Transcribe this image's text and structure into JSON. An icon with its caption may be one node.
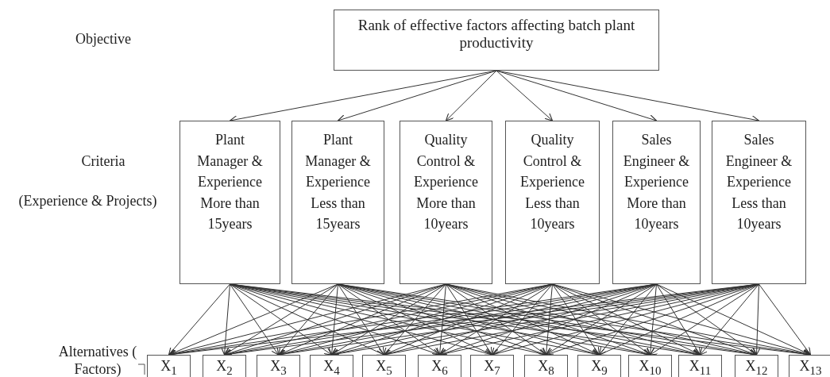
{
  "diagram": {
    "nodes": [
      {
        "text": [
          "Rank of effective factors affecting batch plant productivity"
        ]
      },
      {
        "text": [
          "Plant Manager & Experience More than 15years"
        ]
      },
      {
        "text": [
          "Plant Manager & Experience Less than 15years"
        ]
      },
      {
        "text": [
          "Quality Control & Experience More than 10years"
        ]
      },
      {
        "text": [
          "Quality Control & Experience Less than 10years"
        ]
      },
      {
        "text": [
          "Sales Engineer & Experience More than 10years"
        ]
      },
      {
        "text": [
          "Sales Engineer & Experience Less than 10years"
        ]
      },
      {
        "text": [
          "X$_{1}$"
        ]
      },
      {
        "text": [
          "X$_{2}$"
        ]
      },
      {
        "text": [
          "X$_{3}$"
        ]
      },
      {
        "text": [
          "X$_{4}$"
        ]
      },
      {
        "text": [
          "X$_{5}$"
        ]
      },
      {
        "text": [
          "X$_{6}$"
        ]
      },
      {
        "text": [
          "X$_{7}$"
        ]
      },
      {
        "text": [
          "X$_{8}$"
        ]
      },
      {
        "text": [
          "X$_{9}$"
        ]
      },
      {
        "text": [
          "X$_{10}$"
        ]
      },
      {
        "text": [
          "X$_{11}$"
        ]
      },
      {
        "text": [
          "X$_{12}$"
        ]
      },
      {
        "text": [
          "X$_{13}$"
        ]
      }
    ],
    "edges": [
      {
        "from": 0,
        "to": 1,
        "arrow": "to"
      },
      {
        "from": 0,
        "to": 2,
        "arrow": "to"
      },
      {
        "from": 0,
        "to": 3,
        "arrow": "to"
      },
      {
        "from": 0,
        "to": 4,
        "arrow": "to"
      },
      {
        "from": 0,
        "to": 5,
        "arrow": "to"
      },
      {
        "from": 0,
        "to": 6,
        "arrow": "to"
      },
      {
        "from": 1,
        "to": 7,
        "arrow": "to"
      },
      {
        "from": 1,
        "to": 8,
        "arrow": "to"
      },
      {
        "from": 1,
        "to": 9,
        "arrow": "to"
      },
      {
        "from": 1,
        "to": 10,
        "arrow": "to"
      },
      {
        "from": 1,
        "to": 11,
        "arrow": "to"
      },
      {
        "from": 1,
        "to": 12,
        "arrow": "to"
      },
      {
        "from": 1,
        "to": 13,
        "arrow": "to"
      },
      {
        "from": 1,
        "to": 14,
        "arrow": "to"
      },
      {
        "from": 1,
        "to": 15,
        "arrow": "to"
      },
      {
        "from": 1,
        "to": 16,
        "arrow": "to"
      },
      {
        "from": 1,
        "to": 17,
        "arrow": "to"
      },
      {
        "from": 1,
        "to": 18,
        "arrow": "to"
      },
      {
        "from": 1,
        "to": 19,
        "arrow": "to"
      },
      {
        "from": 2,
        "to": 7,
        "arrow": "to"
      },
      {
        "from": 2,
        "to": 8,
        "arrow": "to"
      },
      {
        "from": 2,
        "to": 9,
        "arrow": "to"
      },
      {
        "from": 2,
        "to": 10,
        "arrow": "to"
      },
      {
        "from": 2,
        "to": 11,
        "arrow": "to"
      },
      {
        "from": 2,
        "to": 12,
        "arrow": "to"
      },
      {
        "from": 2,
        "to": 13,
        "arrow": "to"
      },
      {
        "from": 2,
        "to": 14,
        "arrow": "to"
      },
      {
        "from": 2,
        "to": 15,
        "arrow": "to"
      },
      {
        "from": 2,
        "to": 16,
        "arrow": "to"
      },
      {
        "from": 2,
        "to": 17,
        "arrow": "to"
      },
      {
        "from": 2,
        "to": 18,
        "arrow": "to"
      },
      {
        "from": 2,
        "to": 19,
        "arrow": "to"
      },
      {
        "from": 3,
        "to": 7,
        "arrow": "to"
      },
      {
        "from": 3,
        "to": 8,
        "arrow": "to"
      },
      {
        "from": 3,
        "to": 9,
        "arrow": "to"
      },
      {
        "from": 3,
        "to": 10,
        "arrow": "to"
      },
      {
        "from": 3,
        "to": 11,
        "arrow": "to"
      },
      {
        "from": 3,
        "to": 12,
        "arrow": "to"
      },
      {
        "from": 3,
        "to": 13,
        "arrow": "to"
      },
      {
        "from": 3,
        "to": 14,
        "arrow": "to"
      },
      {
        "from": 3,
        "to": 15,
        "arrow": "to"
      },
      {
        "from": 3,
        "to": 16,
        "arrow": "to"
      },
      {
        "from": 3,
        "to": 17,
        "arrow": "to"
      },
      {
        "from": 3,
        "to": 18,
        "arrow": "to"
      },
      {
        "from": 3,
        "to": 19,
        "arrow": "to"
      },
      {
        "from": 4,
        "to": 7,
        "arrow": "to"
      },
      {
        "from": 4,
        "to": 8,
        "arrow": "to"
      },
      {
        "from": 4,
        "to": 9,
        "arrow": "to"
      },
      {
        "from": 4,
        "to": 10,
        "arrow": "to"
      },
      {
        "from": 4,
        "to": 11,
        "arrow": "to"
      },
      {
        "from": 4,
        "to": 12,
        "arrow": "to"
      },
      {
        "from": 4,
        "to": 13,
        "arrow": "to"
      },
      {
        "from": 4,
        "to": 14,
        "arrow": "to"
      },
      {
        "from": 4,
        "to": 15,
        "arrow": "to"
      },
      {
        "from": 4,
        "to": 16,
        "arrow": "to"
      },
      {
        "from": 4,
        "to": 17,
        "arrow": "to"
      },
      {
        "from": 4,
        "to": 18,
        "arrow": "to"
      },
      {
        "from": 4,
        "to": 19,
        "arrow": "to"
      },
      {
        "from": 5,
        "to": 7,
        "arrow": "to"
      },
      {
        "from": 5,
        "to": 8,
        "arrow": "to"
      },
      {
        "from": 5,
        "to": 9,
        "arrow": "to"
      },
      {
        "from": 5,
        "to": 10,
        "arrow": "to"
      },
      {
        "from": 5,
        "to": 11,
        "arrow": "to"
      },
      {
        "from": 5,
        "to": 12,
        "arrow": "to"
      },
      {
        "from": 5,
        "to": 13,
        "arrow": "to"
      },
      {
        "from": 5,
        "to": 14,
        "arrow": "to"
      },
      {
        "from": 5,
        "to": 15,
        "arrow": "to"
      },
      {
        "from": 5,
        "to": 16,
        "arrow": "to"
      },
      {
        "from": 5,
        "to": 17,
        "arrow": "to"
      },
      {
        "from": 5,
        "to": 18,
        "arrow": "to"
      },
      {
        "from": 5,
        "to": 19,
        "arrow": "to"
      },
      {
        "from": 6,
        "to": 7,
        "arrow": "to"
      },
      {
        "from": 6,
        "to": 8,
        "arrow": "to"
      },
      {
        "from": 6,
        "to": 9,
        "arrow": "to"
      },
      {
        "from": 6,
        "to": 10,
        "arrow": "to"
      },
      {
        "from": 6,
        "to": 11,
        "arrow": "to"
      },
      {
        "from": 6,
        "to": 12,
        "arrow": "to"
      },
      {
        "from": 6,
        "to": 13,
        "arrow": "to"
      },
      {
        "from": 6,
        "to": 14,
        "arrow": "to"
      },
      {
        "from": 6,
        "to": 15,
        "arrow": "to"
      },
      {
        "from": 6,
        "to": 16,
        "arrow": "to"
      },
      {
        "from": 6,
        "to": 17,
        "arrow": "to"
      },
      {
        "from": 6,
        "to": 18,
        "arrow": "to"
      },
      {
        "from": 6,
        "to": 19,
        "arrow": "to"
      }
    ],
    "labels": [
      "Objective",
      "Criteria",
      "(Experience & Projects)",
      "Alternatives ( Factors)"
    ]
  }
}
